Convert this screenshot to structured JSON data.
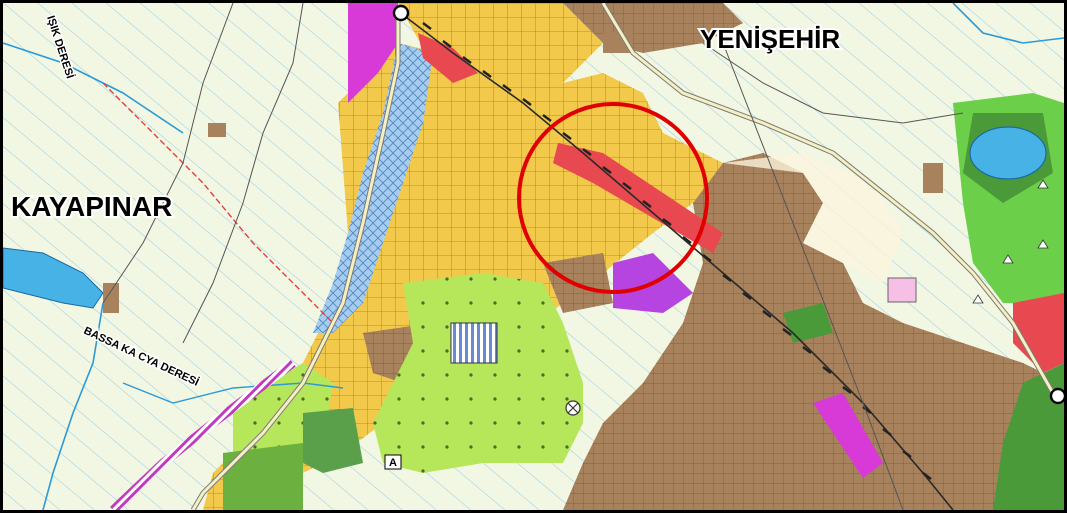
{
  "places": {
    "yenisehir": "YENİŞEHİR",
    "kayapinar": "KAYAPINAR"
  },
  "streams": {
    "isik_deresi": "IŞIK DERESİ",
    "bassakacya_deresi": "BASSA KA CYA DERESİ"
  },
  "markers": {
    "site_marker": "A"
  },
  "colors": {
    "residential_yellow": "#f3c94b",
    "developed_brown": "#a8825d",
    "agriculture_green": "#b6e65a",
    "commercial_red": "#e8484f",
    "industrial_magenta": "#d83ad8",
    "forest_green": "#5aa04a",
    "water_blue": "#46b2e6",
    "highlight_circle": "#e00000"
  },
  "icons": {
    "junction": "junction-circle-icon",
    "monument": "monument-symbol-icon",
    "triangle": "triangle-symbol-icon"
  }
}
